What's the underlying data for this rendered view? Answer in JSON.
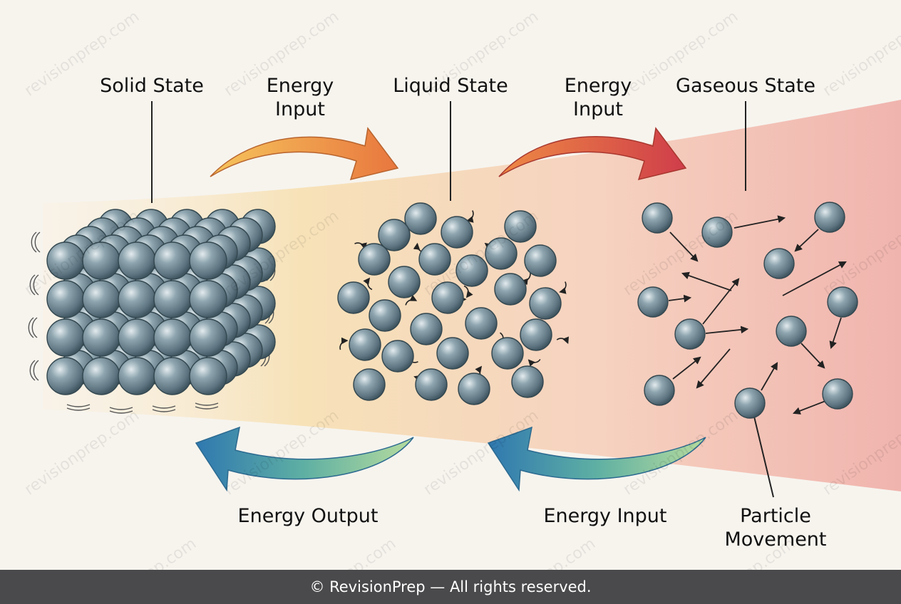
{
  "labels": {
    "solid_state": "Solid State",
    "liquid_state": "Liquid State",
    "gaseous_state": "Gaseous State",
    "energy_input_top_left_1": "Energy",
    "energy_input_top_left_2": "Input",
    "energy_input_top_right_1": "Energy",
    "energy_input_top_right_2": "Input",
    "energy_output_bottom": "Energy Output",
    "energy_input_bottom": "Energy Input",
    "particle_movement_1": "Particle",
    "particle_movement_2": "Movement"
  },
  "watermark_text": "revisionprep.com",
  "footer": {
    "copyright": "© RevisionPrep — All rights reserved."
  },
  "colors": {
    "particle": "#6f8792",
    "particle_highlight": "#d9e3e7",
    "warm_arrow_start": "#f3b24e",
    "warm_arrow_end": "#d2444a",
    "cool_arrow_start": "#a8d49a",
    "cool_arrow_end": "#2f78b0",
    "band_left": "#f7e2b8",
    "band_right": "#f0b4ae",
    "footer_bg": "#4a4a4c"
  }
}
